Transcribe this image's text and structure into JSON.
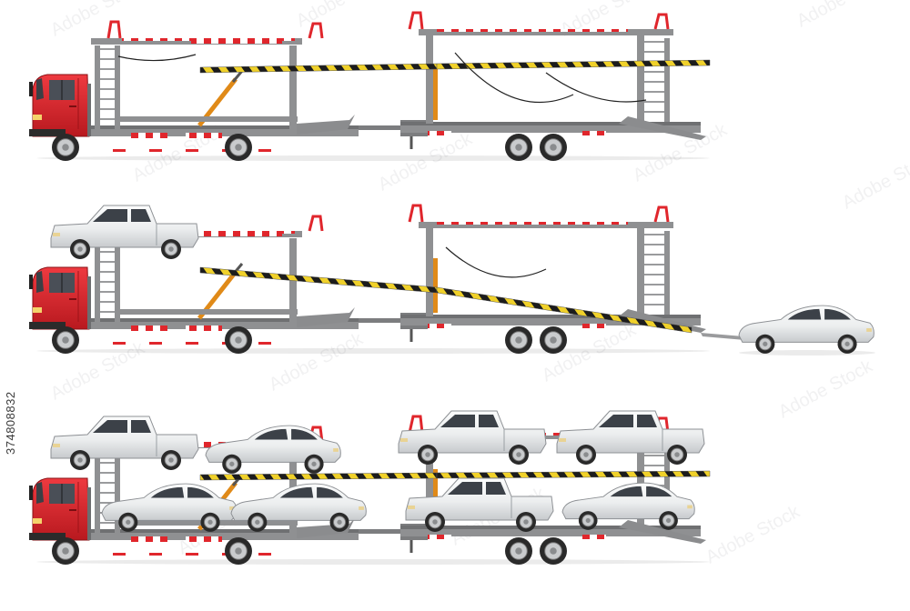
{
  "image": {
    "stock_id": "374808832",
    "watermark": "Adobe Stock",
    "colors": {
      "cab_red": "#d9272e",
      "frame_grey": "#8f9092",
      "ramp_yellow": "#f0d12a",
      "ramp_black": "#1c1c1c",
      "accent_red": "#e0262c",
      "car_white": "#eceeef",
      "tire": "#2a2a2a",
      "background": "#ffffff"
    },
    "scenes": [
      {
        "name": "empty-car-carrier",
        "vehicles_loaded": 0
      },
      {
        "name": "car-carrier-loading",
        "vehicles_loaded": 1,
        "vehicles_loading": 1
      },
      {
        "name": "fully-loaded-car-carrier",
        "vehicles_loaded": 8
      }
    ]
  }
}
